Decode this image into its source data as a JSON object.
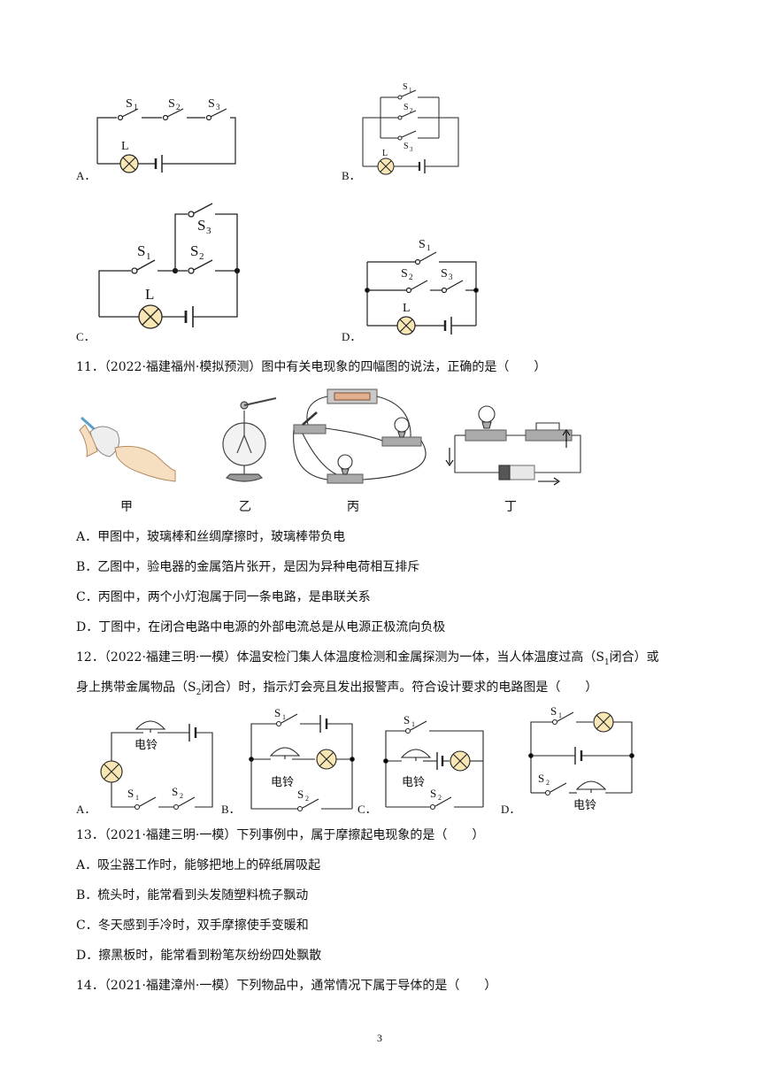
{
  "q10": {
    "opts": [
      "A．",
      "B．",
      "C．",
      "D．"
    ],
    "labels": {
      "s1": "S",
      "sub1": "1",
      "sub2": "2",
      "sub3": "3",
      "lamp": "L"
    }
  },
  "q11": {
    "stem": "11．（2022·福建福州·模拟预测）图中有关电现象的四幅图的说法，正确的是（　　）",
    "captions": [
      "甲",
      "乙",
      "丙",
      "丁"
    ],
    "options": [
      "A．甲图中，玻璃棒和丝绸摩擦时，玻璃棒带负电",
      "B．乙图中，验电器的金属箔片张开，是因为异种电荷相互排斥",
      "C．丙图中，两个小灯泡属于同一条电路，是串联关系",
      "D．丁图中，在闭合电路中电源的外部电流总是从电源正极流向负极"
    ]
  },
  "q12": {
    "stem_line1": "12．（2022·福建三明·一模）体温安检门集人体温度检测和金属探测为一体，当人体温度过高（S",
    "stem_line1_sub": "1",
    "stem_line1_end": "闭合）或",
    "stem_line2_a": "身上携带金属物品（S",
    "stem_line2_sub": "2",
    "stem_line2_b": "闭合）时，指示灯会亮且发出报警声。符合设计要求的电路图是（　　）",
    "bell": "电铃",
    "opts": [
      "A．",
      "B．",
      "C．",
      "D．"
    ]
  },
  "q13": {
    "stem": "13．（2021·福建三明·一模）下列事例中，属于摩擦起电现象的是（　　）",
    "options": [
      "A．吸尘器工作时，能够把地上的碎纸屑吸起",
      "B．梳头时，能常看到头发随塑料梳子飘动",
      "C．冬天感到手冷时，双手摩擦使手变暖和",
      "D．擦黑板时，能常看到粉笔灰纷纷四处飘散"
    ]
  },
  "q14": {
    "stem": "14．（2021·福建漳州·一模）下列物品中，通常情况下属于导体的是（　　）"
  },
  "page_number": "3"
}
